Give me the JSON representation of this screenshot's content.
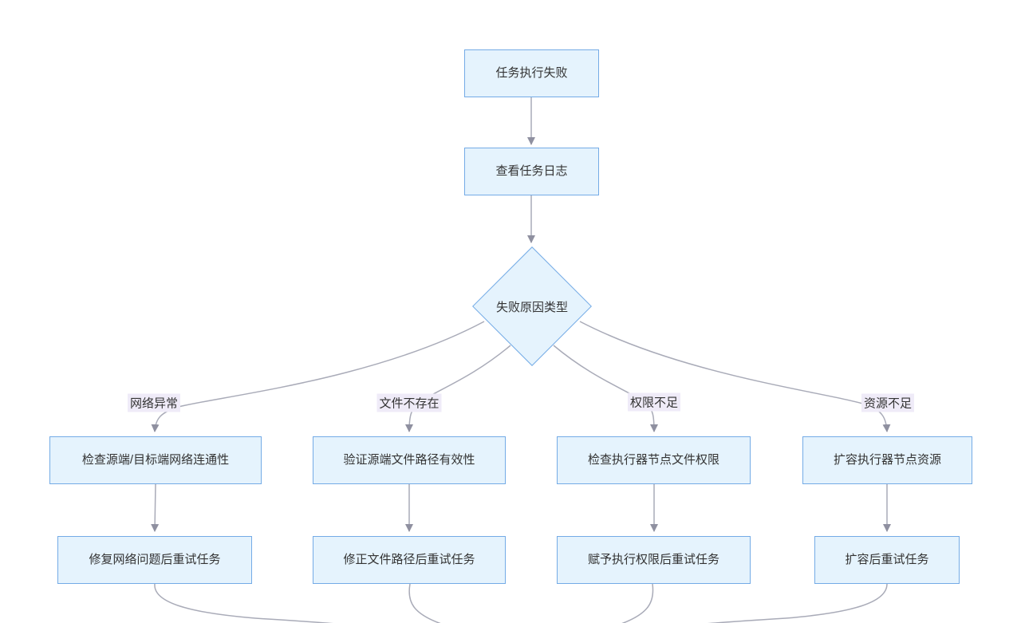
{
  "diagram": {
    "type": "flowchart",
    "direction": "top-down",
    "background": "#FFFFFF",
    "colors": {
      "node_fill": "#E5F3FD",
      "node_border": "#74ABE6",
      "edge_line": "#A9ABB8",
      "arrowhead": "#8F90A0",
      "edge_label_bg": "#EFEBF8",
      "text": "#333333"
    },
    "nodes": {
      "start": {
        "shape": "rect",
        "label": "任务执行失败"
      },
      "view_logs": {
        "shape": "rect",
        "label": "查看任务日志"
      },
      "decision": {
        "shape": "diamond",
        "label": "失败原因类型"
      },
      "check_network": {
        "shape": "rect",
        "label": "检查源端/目标端网络连通性"
      },
      "check_file_path": {
        "shape": "rect",
        "label": "验证源端文件路径有效性"
      },
      "check_permission": {
        "shape": "rect",
        "label": "检查执行器节点文件权限"
      },
      "scale_resources": {
        "shape": "rect",
        "label": "扩容执行器节点资源"
      },
      "retry_network": {
        "shape": "rect",
        "label": "修复网络问题后重试任务"
      },
      "retry_file_path": {
        "shape": "rect",
        "label": "修正文件路径后重试任务"
      },
      "retry_permission": {
        "shape": "rect",
        "label": "赋予执行权限后重试任务"
      },
      "retry_scaled": {
        "shape": "rect",
        "label": "扩容后重试任务"
      }
    },
    "edges": [
      {
        "from": "start",
        "to": "view_logs",
        "label": ""
      },
      {
        "from": "view_logs",
        "to": "decision",
        "label": ""
      },
      {
        "from": "decision",
        "to": "check_network",
        "label": "网络异常"
      },
      {
        "from": "decision",
        "to": "check_file_path",
        "label": "文件不存在"
      },
      {
        "from": "decision",
        "to": "check_permission",
        "label": "权限不足"
      },
      {
        "from": "decision",
        "to": "scale_resources",
        "label": "资源不足"
      },
      {
        "from": "check_network",
        "to": "retry_network",
        "label": ""
      },
      {
        "from": "check_file_path",
        "to": "retry_file_path",
        "label": ""
      },
      {
        "from": "check_permission",
        "to": "retry_permission",
        "label": ""
      },
      {
        "from": "scale_resources",
        "to": "retry_scaled",
        "label": ""
      },
      {
        "from": "retry_network",
        "to": "(offscreen-below)",
        "label": ""
      },
      {
        "from": "retry_file_path",
        "to": "(offscreen-below)",
        "label": ""
      },
      {
        "from": "retry_permission",
        "to": "(offscreen-below)",
        "label": ""
      },
      {
        "from": "retry_scaled",
        "to": "(offscreen-below)",
        "label": ""
      }
    ]
  }
}
